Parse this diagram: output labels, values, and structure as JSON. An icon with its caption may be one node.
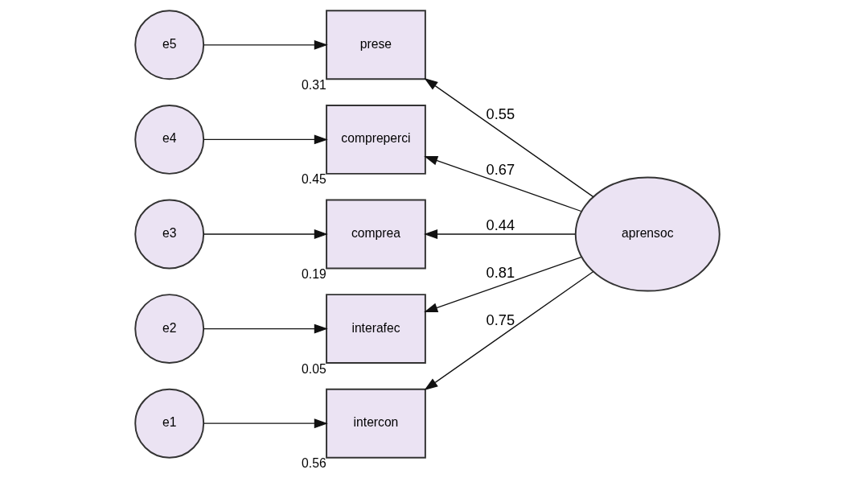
{
  "diagram": {
    "nodes": [
      {
        "text": [
          "e5"
        ]
      },
      {
        "text": [
          "e4"
        ]
      },
      {
        "text": [
          "e3"
        ]
      },
      {
        "text": [
          "e2"
        ]
      },
      {
        "text": [
          "e1"
        ]
      },
      {
        "text": [
          "prese"
        ],
        "beside": [
          "0.31"
        ]
      },
      {
        "text": [
          "compreperci"
        ],
        "beside": [
          "0.45"
        ]
      },
      {
        "text": [
          "comprea"
        ],
        "beside": [
          "0.19"
        ]
      },
      {
        "text": [
          "interafec"
        ],
        "beside": [
          "0.05"
        ]
      },
      {
        "text": [
          "intercon"
        ],
        "beside": [
          "0.56"
        ]
      },
      {
        "text": [
          "aprensoc"
        ]
      }
    ],
    "edges": [
      {
        "from": 0,
        "to": 5,
        "arrow": "to"
      },
      {
        "from": 1,
        "to": 6,
        "arrow": "to"
      },
      {
        "from": 2,
        "to": 7,
        "arrow": "to"
      },
      {
        "from": 3,
        "to": 8,
        "arrow": "to"
      },
      {
        "from": 4,
        "to": 9,
        "arrow": "to"
      },
      {
        "from": 10,
        "to": 5,
        "arrow": "to",
        "label": "0.55"
      },
      {
        "from": 10,
        "to": 6,
        "arrow": "to",
        "label": "0.67"
      },
      {
        "from": 10,
        "to": 7,
        "arrow": "to",
        "label": "0.44"
      },
      {
        "from": 10,
        "to": 8,
        "arrow": "to",
        "label": "0.81"
      },
      {
        "from": 10,
        "to": 9,
        "arrow": "to",
        "label": "0.75"
      }
    ]
  }
}
